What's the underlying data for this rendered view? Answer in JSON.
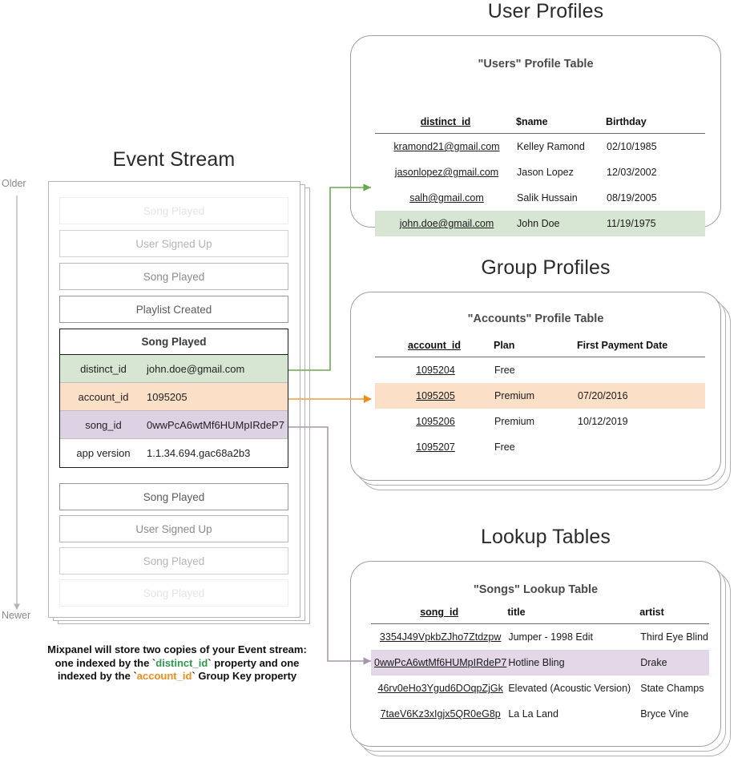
{
  "colors": {
    "green": "#2e9a4e",
    "orange": "#f28c1c",
    "purple": "#a898ad",
    "green_fill": "#d6e6d3",
    "orange_fill": "#fbe0c7",
    "purple_fill": "#e3d7e8"
  },
  "event_stream": {
    "title": "Event Stream",
    "axis": {
      "older": "Older",
      "newer": "Newer"
    },
    "events_before": [
      {
        "label": "Song Played",
        "fade": "fade-1"
      },
      {
        "label": "User Signed Up",
        "fade": "fade-2"
      },
      {
        "label": "Song Played",
        "fade": "fade-3"
      },
      {
        "label": "Playlist Created",
        "fade": "fade-4"
      }
    ],
    "selected_event": {
      "name": "Song Played",
      "properties": [
        {
          "key": "distinct_id",
          "value": "john.doe@gmail.com",
          "highlight": "row-green"
        },
        {
          "key": "account_id",
          "value": "1095205",
          "highlight": "row-orange"
        },
        {
          "key": "song_id",
          "value": "0wwPcA6wtMf6HUMpIRdeP7",
          "highlight": "row-purple"
        },
        {
          "key": "app version",
          "value": "1.1.34.694.gac68a2b3",
          "highlight": "row-plain"
        }
      ]
    },
    "events_after": [
      {
        "label": "Song Played",
        "fade": "fade-4"
      },
      {
        "label": "User Signed Up",
        "fade": "fade-3"
      },
      {
        "label": "Song Played",
        "fade": "fade-2"
      },
      {
        "label": "Song Played",
        "fade": "fade-1"
      }
    ],
    "caption": {
      "line1": "Mixpanel will store two copies of your Event stream:",
      "line2_pre": "one indexed by the `",
      "line2_token": "distinct_id",
      "line2_post": "` property and one",
      "line3_pre": "indexed by the `",
      "line3_token": "account_id",
      "line3_post": "` Group Key property"
    }
  },
  "user_profiles": {
    "section_title": "User Profiles",
    "table_title": "\"Users\" Profile Table",
    "layers": 1,
    "columns": [
      "distinct_id",
      "$name",
      "Birthday"
    ],
    "rows": [
      {
        "cells": [
          "kramond21@gmail.com",
          "Kelley Ramond",
          "02/10/1985"
        ],
        "highlight": ""
      },
      {
        "cells": [
          "jasonlopez@gmail.com",
          "Jason Lopez",
          "12/03/2002"
        ],
        "highlight": ""
      },
      {
        "cells": [
          "salh@gmail.com",
          "Salik Hussain",
          "08/19/2005"
        ],
        "highlight": ""
      },
      {
        "cells": [
          "john.doe@gmail.com",
          "John Doe",
          "11/19/1975"
        ],
        "highlight": "hl-green"
      }
    ]
  },
  "group_profiles": {
    "section_title": "Group Profiles",
    "table_title": "\"Accounts\" Profile Table",
    "layers": 3,
    "columns": [
      "account_id",
      "Plan",
      "First Payment Date"
    ],
    "rows": [
      {
        "cells": [
          "1095204",
          "Free",
          ""
        ],
        "highlight": ""
      },
      {
        "cells": [
          "1095205",
          "Premium",
          "07/20/2016"
        ],
        "highlight": "hl-orange"
      },
      {
        "cells": [
          "1095206",
          "Premium",
          "10/12/2019"
        ],
        "highlight": ""
      },
      {
        "cells": [
          "1095207",
          "Free",
          ""
        ],
        "highlight": ""
      }
    ]
  },
  "lookup_tables": {
    "section_title": "Lookup Tables",
    "table_title": "\"Songs\" Lookup Table",
    "layers": 3,
    "columns": [
      "song_id",
      "title",
      "artist"
    ],
    "rows": [
      {
        "cells": [
          "3354J49VpkbZJho7Ztdzpw",
          "Jumper - 1998 Edit",
          "Third Eye Blind"
        ],
        "highlight": ""
      },
      {
        "cells": [
          "0wwPcA6wtMf6HUMpIRdeP7",
          "Hotline Bling",
          "Drake"
        ],
        "highlight": "hl-purple"
      },
      {
        "cells": [
          "46rv0eHo3Ygud6DOqpZjGk",
          "Elevated (Acoustic Version)",
          "State Champs"
        ],
        "highlight": ""
      },
      {
        "cells": [
          "7taeV6Kz3xIgjx5QR0eG8p",
          "La La Land",
          "Bryce Vine"
        ],
        "highlight": ""
      }
    ]
  }
}
